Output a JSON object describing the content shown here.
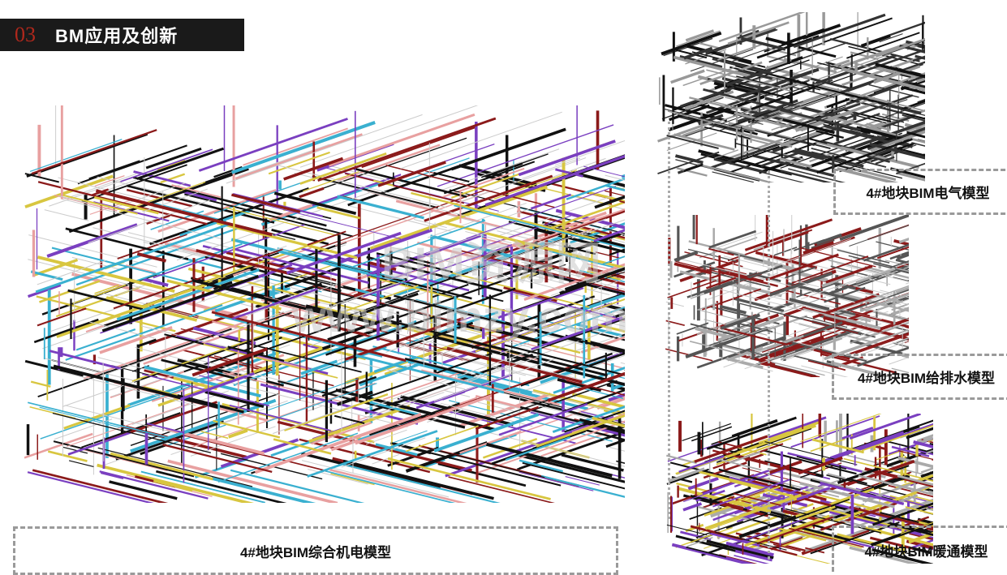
{
  "header": {
    "section_number": "03",
    "title": "BM应用及创新"
  },
  "models": {
    "main_label": "4#地块BIM综合机电模型",
    "electrical_label": "4#地块BIM电气模型",
    "plumbing_label": "4#地块BIM给排水模型",
    "hvac_label": "4#地块BIM暖通模型"
  },
  "watermark": {
    "line1": "BIM资源网",
    "line2": "www.bimzy.com"
  },
  "colors": {
    "header_bg": "#1a1a1a",
    "accent": "#b0281c",
    "pipe_red": "#8b1a1a",
    "pipe_yellow": "#d8c640",
    "pipe_blue": "#3ab0d0",
    "pipe_purple": "#7a3fc0"
  }
}
